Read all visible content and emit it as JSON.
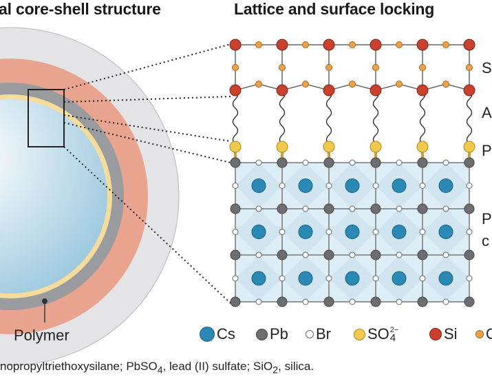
{
  "titles": {
    "left": "al core-shell structure",
    "right": "Lattice and surface locking"
  },
  "side_labels": [
    "S",
    "A",
    "P",
    "P",
    "c"
  ],
  "polymer_label": "Polymer",
  "legend": [
    {
      "symbol": "Cs",
      "color": "#2a8ab5"
    },
    {
      "symbol": "Pb",
      "color": "#6e6e70"
    },
    {
      "symbol": "Br",
      "color": "#ffffff"
    },
    {
      "symbol": "SO",
      "sub": "4",
      "sup": "2−",
      "color": "#f2c94c"
    },
    {
      "symbol": "Si",
      "color": "#c9402c"
    },
    {
      "symbol": "O",
      "color": "#f0a24a"
    }
  ],
  "caption": {
    "a": "nopropyltriethoxysilane; PbSO",
    "a_sub": "4",
    "b": ", lead (II) sulfate; SiO",
    "b_sub": "2",
    "c": ", silica."
  },
  "colors": {
    "polymer": "#e4e4e6",
    "silica": "#e9a48f",
    "aptes": "#9a9b9e",
    "pbso4": "#f6dc9a",
    "core": "#bcdcea"
  }
}
